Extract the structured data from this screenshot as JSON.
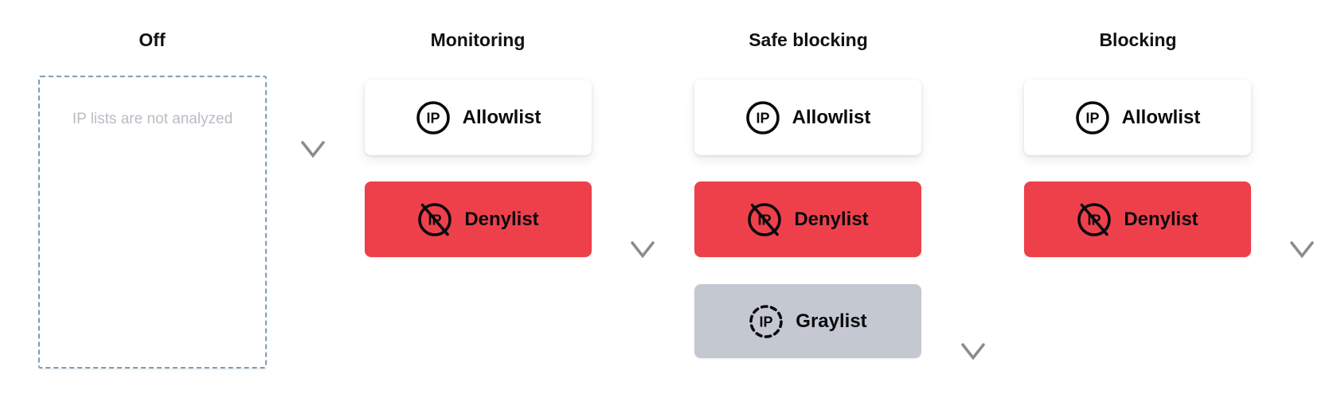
{
  "diagram": {
    "columns": [
      {
        "title": "Off",
        "note": "IP lists are not analyzed",
        "cards": []
      },
      {
        "title": "Monitoring",
        "cards": [
          {
            "label": "Allowlist"
          },
          {
            "label": "Denylist"
          }
        ]
      },
      {
        "title": "Safe blocking",
        "cards": [
          {
            "label": "Allowlist"
          },
          {
            "label": "Denylist"
          },
          {
            "label": "Graylist"
          }
        ]
      },
      {
        "title": "Blocking",
        "cards": [
          {
            "label": "Allowlist"
          },
          {
            "label": "Denylist"
          }
        ]
      }
    ],
    "icons": {
      "ip_text": "IP"
    },
    "colors": {
      "allowlist_bg": "#ffffff",
      "denylist_bg": "#ee404b",
      "graylist_bg": "#c4c8d0",
      "off_box_border": "#7f9eb2",
      "off_note_text": "#b8bcc3",
      "label_text": "#0a0a0d",
      "arrow_gradient_top": "#161616",
      "arrow_gradient_bottom": "#8f8f8f",
      "arrowhead": "#8b8b8b"
    }
  }
}
